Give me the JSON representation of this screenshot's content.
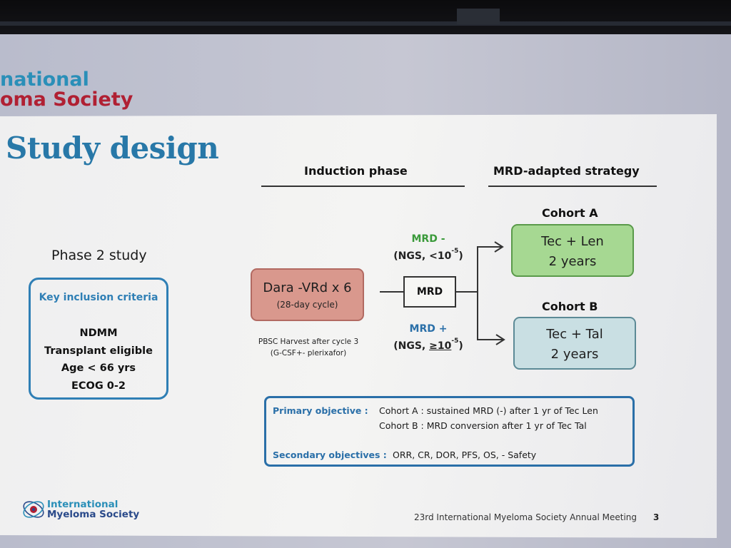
{
  "branding": {
    "top_line1": "national",
    "top_line2": "oma Society",
    "logo_line1": "International",
    "logo_line2": "Myeloma Society"
  },
  "slide": {
    "title": "Study design",
    "section_induction": "Induction phase",
    "section_mrd_strategy": "MRD-adapted strategy",
    "phase": "Phase 2 study"
  },
  "inclusion": {
    "title": "Key inclusion criteria",
    "items": [
      "NDMM",
      "Transplant eligible",
      "Age < 66 yrs",
      "ECOG 0-2"
    ]
  },
  "induction": {
    "regimen": "Dara -VRd x 6",
    "cycle": "(28-day cycle)",
    "harvest_line1": "PBSC Harvest after cycle 3",
    "harvest_line2": "(G-CSF+- plerixafor)"
  },
  "mrd": {
    "label": "MRD",
    "negative_label": "MRD -",
    "negative_threshold_prefix": "(NGS, <10",
    "negative_threshold_exp": "-5",
    "negative_threshold_suffix": ")",
    "positive_label": "MRD +",
    "positive_threshold_prefix": "(NGS, ",
    "positive_threshold_ge": "≥10",
    "positive_threshold_exp": "-5",
    "positive_threshold_suffix": ")"
  },
  "cohorts": [
    {
      "name": "Cohort A",
      "treatment": "Tec + Len",
      "duration": "2 years",
      "color": "#a6d892"
    },
    {
      "name": "Cohort B",
      "treatment": "Tec + Tal",
      "duration": "2 years",
      "color": "#c9dfe3"
    }
  ],
  "objectives": {
    "primary_label": "Primary objective :",
    "primary_a": "Cohort A : sustained MRD (-) after 1 yr of Tec Len",
    "primary_b": "Cohort B : MRD conversion after 1 yr of Tec Tal",
    "secondary_label": "Secondary objectives :",
    "secondary": "ORR, CR, DOR, PFS, OS, - Safety"
  },
  "footer": {
    "meeting": "23rd International Myeloma Society Annual Meeting",
    "page": "3"
  }
}
